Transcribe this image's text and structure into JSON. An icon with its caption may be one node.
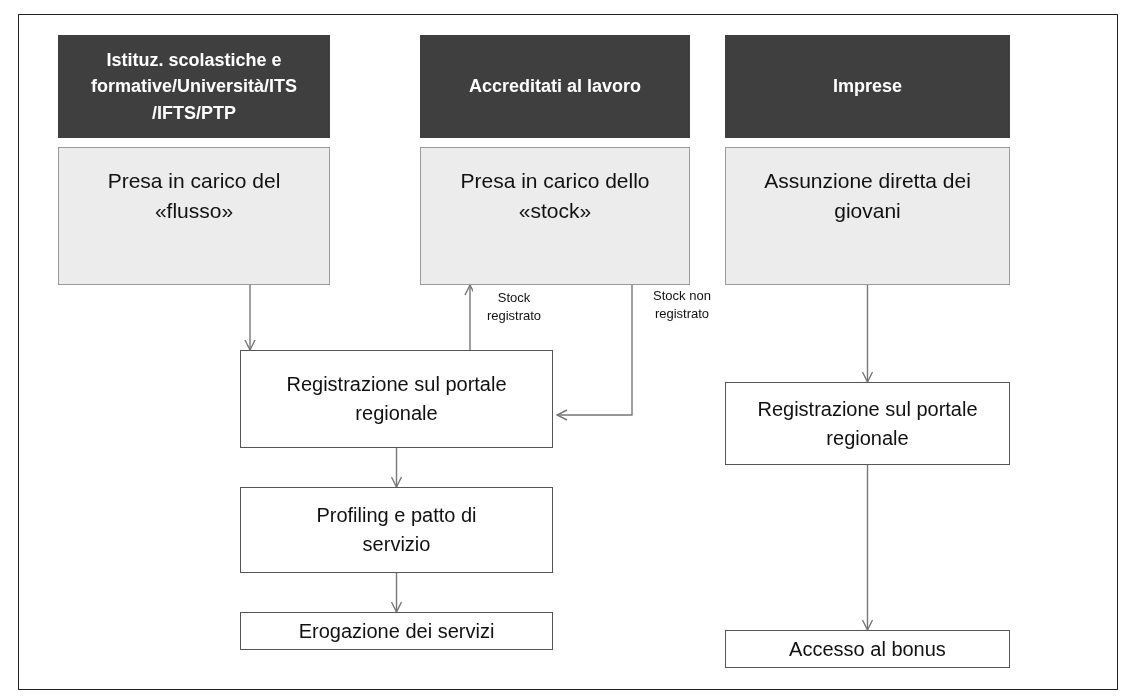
{
  "diagram": {
    "nodes": [
      {
        "text": [
          "Istituz. scolastiche e formative/Università/ITS /IFTS/PTP"
        ]
      },
      {
        "text": [
          "Accreditati al lavoro"
        ]
      },
      {
        "text": [
          "Imprese"
        ]
      },
      {
        "text": [
          "Presa in carico del «flusso»"
        ]
      },
      {
        "text": [
          "Presa in carico dello «stock»"
        ]
      },
      {
        "text": [
          "Assunzione diretta dei giovani"
        ]
      },
      {
        "text": [
          "Registrazione sul portale regionale"
        ]
      },
      {
        "text": [
          "Registrazione sul portale regionale"
        ]
      },
      {
        "text": [
          "Profiling e patto di servizio"
        ]
      },
      {
        "text": [
          "Erogazione dei servizi"
        ]
      },
      {
        "text": [
          "Accesso al bonus"
        ]
      }
    ],
    "edges": [
      {
        "from": 3,
        "to": 6,
        "arrow": "to"
      },
      {
        "from": 6,
        "to": 4,
        "arrow": "to",
        "label": "Stock registrato"
      },
      {
        "from": 4,
        "to": 6,
        "arrow": "to",
        "label": "Stock non registrato"
      },
      {
        "from": 6,
        "to": 8,
        "arrow": "to"
      },
      {
        "from": 8,
        "to": 9,
        "arrow": "to"
      },
      {
        "from": 5,
        "to": 7,
        "arrow": "to"
      },
      {
        "from": 7,
        "to": 10,
        "arrow": "to"
      }
    ]
  }
}
